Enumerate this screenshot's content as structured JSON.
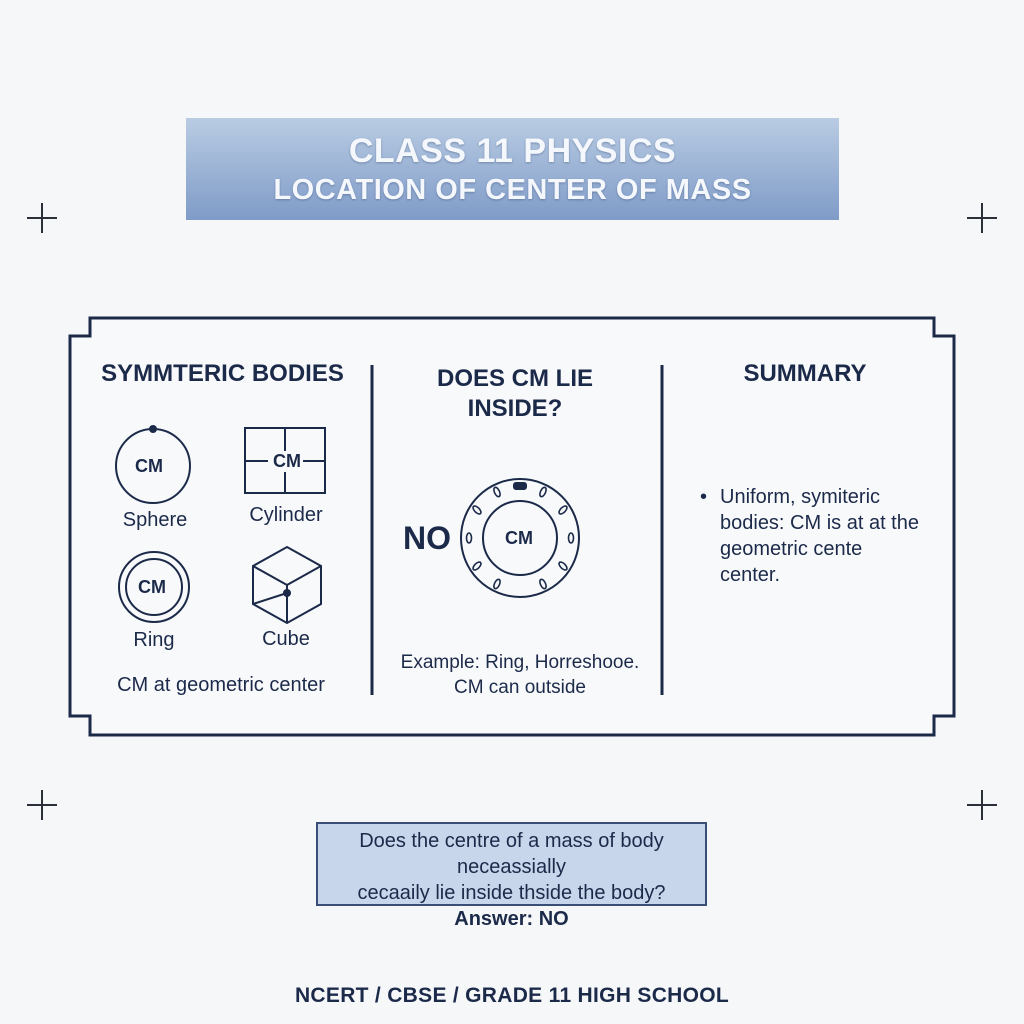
{
  "banner": {
    "line1": "CLASS 11 PHYSICS",
    "line2": "LOCATION OF CENTER OF MASS"
  },
  "panel1": {
    "heading": "SYMMTERIC BODIES",
    "shapes": [
      {
        "name": "Sphere",
        "cm": "CM"
      },
      {
        "name": "Cylinder",
        "cm": "CM"
      },
      {
        "name": "Ring",
        "cm": "CM"
      },
      {
        "name": "Cube"
      }
    ],
    "caption": "CM at geometric center"
  },
  "panel2": {
    "heading_line1": "DOES CM LIE",
    "heading_line2": "INSIDE?",
    "answer": "NO",
    "cm": "CM",
    "caption_line1": "Example: Ring, Horreshooe.",
    "caption_line2": "CM can outside"
  },
  "panel3": {
    "heading": "SUMMARY",
    "bullet": "•",
    "lines": [
      "Uniform, symiteric",
      "bodies: CM is at at the",
      "geometric cente",
      "center."
    ]
  },
  "qa": {
    "line1": "Does the centre of a mass of body neceassially",
    "line2": "cecaaily lie inside thside the body?",
    "line3": "Answer: NO"
  },
  "footer": "NCERT / CBSE / GRADE 11 HIGH SCHOOL",
  "colors": {
    "navy": "#1c2a4a",
    "banner_top": "#b9cce3",
    "banner_bottom": "#7f9bc8",
    "qa_fill": "#c7d6ea"
  }
}
